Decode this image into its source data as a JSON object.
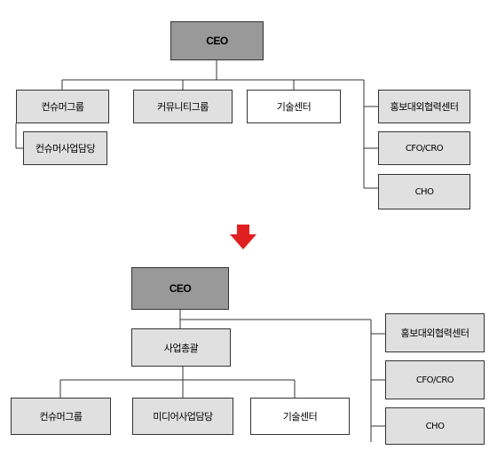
{
  "top_chart": {
    "ceo": "CEO",
    "consumer_group": "컨슈머그룹",
    "consumer_business": "컨슈머사업담당",
    "community_group": "커뮤니티그룹",
    "tech_center": "기술센터",
    "pr_center": "홍보대외협력센터",
    "cfo_cro": "CFO/CRO",
    "cho": "CHO"
  },
  "bottom_chart": {
    "ceo": "CEO",
    "business_head": "사업총괄",
    "consumer_group": "컨슈머그룹",
    "media_business": "미디어사업담당",
    "tech_center": "기술센터",
    "pr_center": "홍보대외협력센터",
    "cfo_cro": "CFO/CRO",
    "cho": "CHO"
  },
  "colors": {
    "arrow": "#e02020",
    "dark_box": "#999999",
    "light_box": "#e0e0e0"
  }
}
